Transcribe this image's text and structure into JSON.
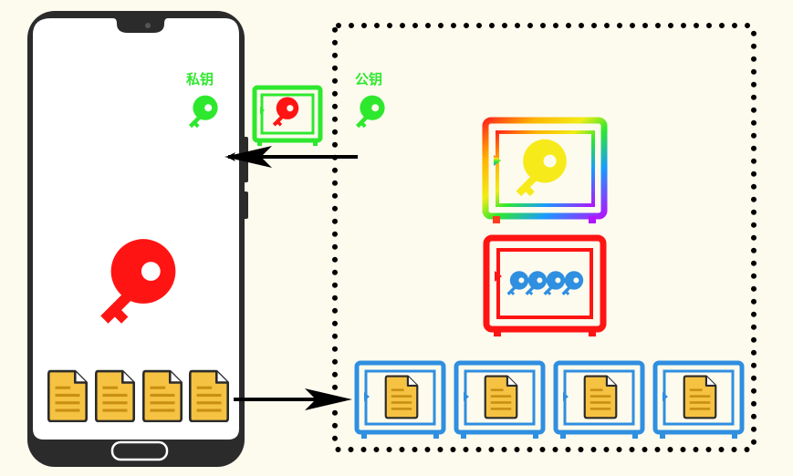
{
  "labels": {
    "private_key": "私钥",
    "public_key": "公钥"
  },
  "colors": {
    "background": "#fdfbee",
    "phone_body": "#2b2b2b",
    "screen": "#ffffff",
    "private_key": "#ff1414",
    "public_key": "#2ee82e",
    "safe_blue": "#2f8fe0",
    "safe_red": "#ff1414",
    "safe_green": "#2ee82e",
    "master_key": "#f7ea1a",
    "document_fill": "#f5c242",
    "document_lines": "#c98f13",
    "arrow": "#000000",
    "server_border": "#000000"
  },
  "icons": {
    "phone": "smartphone-icon",
    "private_key_small": "key-icon",
    "public_key_small": "key-icon",
    "encrypted_key_safe": "safe-with-key-icon",
    "rainbow_master_safe": "safe-with-key-icon",
    "keys_safe": "safe-with-keys-icon",
    "big_private_key": "key-icon",
    "document": "document-icon",
    "encrypted_document": "safe-with-document-icon"
  },
  "local_documents": [
    "document-1",
    "document-2",
    "document-3",
    "document-4"
  ],
  "encrypted_documents": [
    "encrypted-document-1",
    "encrypted-document-2",
    "encrypted-document-3",
    "encrypted-document-4"
  ],
  "safe_keys": [
    "key-1",
    "key-2",
    "key-3",
    "key-4"
  ]
}
